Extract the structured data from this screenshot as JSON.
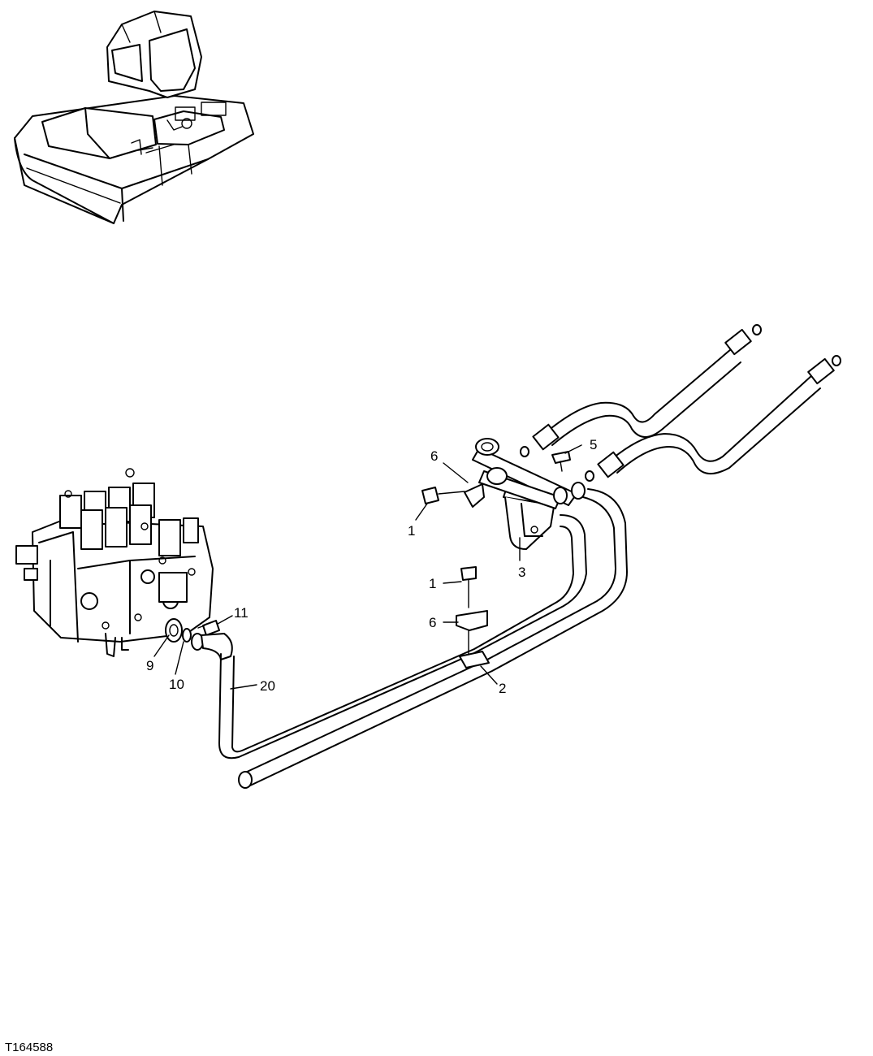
{
  "figure_id": "T164588",
  "callouts": {
    "c1a": "1",
    "c1b": "1",
    "c2": "2",
    "c3": "3",
    "c5": "5",
    "c6a": "6",
    "c6b": "6",
    "c9": "9",
    "c10": "10",
    "c11": "11",
    "c20": "20"
  }
}
